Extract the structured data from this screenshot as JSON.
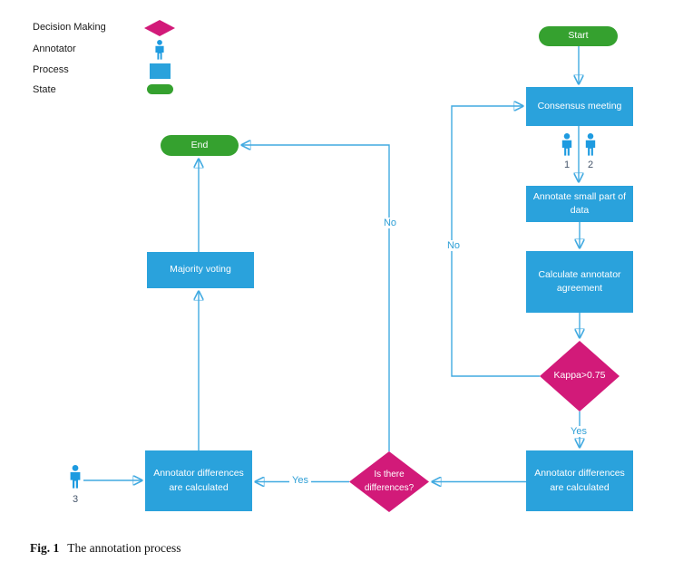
{
  "colors": {
    "process": "#2AA2DC",
    "decision": "#D21A79",
    "state": "#35A12F",
    "line": "#41AAE1",
    "arrow": "#1E88CE",
    "edge-label": "#2E9FD6",
    "person": "#1E9BE0",
    "number": "#44546A"
  },
  "legend": {
    "items": [
      {
        "label": "Decision Making",
        "icon": "decision-diamond-icon"
      },
      {
        "label": "Annotator",
        "icon": "annotator-person-icon"
      },
      {
        "label": "Process",
        "icon": "process-rect-icon"
      },
      {
        "label": "State",
        "icon": "state-pill-icon"
      }
    ]
  },
  "flowchart": {
    "nodes": {
      "start": {
        "label": "Start",
        "type": "state"
      },
      "consensus": {
        "label": "Consensus meeting",
        "type": "process"
      },
      "annotate": {
        "label": "Annotate small part of data",
        "type": "process"
      },
      "calculate": {
        "label": "Calculate annotator agreement",
        "type": "process"
      },
      "kappa": {
        "label": "Kappa>0.75",
        "type": "decision"
      },
      "diff_right": {
        "label": "Annotator differences are calculated",
        "type": "process"
      },
      "is_there": {
        "label": "Is there differences?",
        "type": "decision"
      },
      "diff_left": {
        "label": "Annotator differences are calculated",
        "type": "process"
      },
      "majority": {
        "label": "Majority voting",
        "type": "process"
      },
      "end": {
        "label": "End",
        "type": "state"
      }
    },
    "annotators": {
      "one": "1",
      "two": "2",
      "three": "3"
    },
    "edge_labels": {
      "kappa_yes": "Yes",
      "kappa_no": "No",
      "isthere_yes": "Yes",
      "isthere_no": "No"
    }
  },
  "caption": {
    "fig": "Fig. 1",
    "text": "The annotation process"
  }
}
